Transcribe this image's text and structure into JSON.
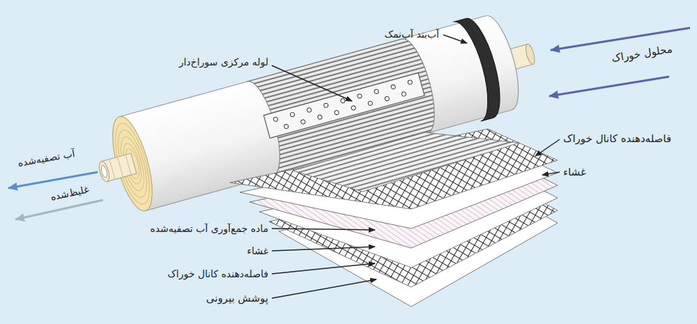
{
  "diagram": {
    "labels": [
      "آب‌بند آب‌نمک",
      "محلول خوراک",
      "لوله مرکزی سوراخ‌دار",
      "فاصله‌دهنده کانال خوراک",
      "غشاء",
      "آب تصفیه‌شده",
      "غلیظ‌شده",
      "ماده جمع‌آوری آب تصفیه‌شده",
      "غشاء",
      "فاصله‌دهنده کانال خوراک",
      "پوشش بیرونی"
    ]
  }
}
